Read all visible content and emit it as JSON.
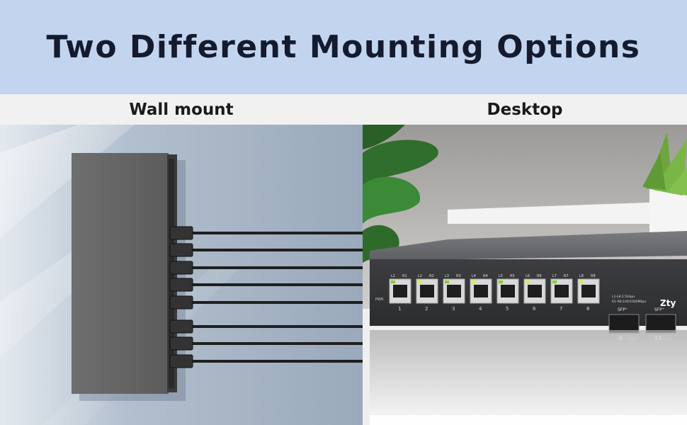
{
  "header": {
    "title": "Two Different Mounting Options"
  },
  "labels": {
    "left": "Wall mount",
    "right": "Desktop"
  },
  "switch_device": {
    "brand_text": "Zty",
    "port_top_labels": [
      "L1",
      "R1",
      "L2",
      "R2",
      "L3",
      "R3",
      "L4",
      "R4",
      "L5",
      "R5",
      "L6",
      "R6",
      "L7",
      "R7",
      "L8",
      "R8"
    ],
    "port_numbers": [
      "1",
      "2",
      "3",
      "4",
      "5",
      "6",
      "7",
      "8"
    ],
    "sfp_labels": [
      "SFP⁺",
      "SFP⁺"
    ],
    "sfp_numbers": [
      "9",
      "10"
    ],
    "link_text": "Link",
    "legend_lines": [
      "L1-L8:2.5Gbps",
      "R1-R8:100/1000Mbps"
    ],
    "pwr_text": "PWR"
  },
  "colors": {
    "header_bg": "#c3d5ee",
    "title_text": "#141b2e",
    "label_bar_bg": "#f1f1f1",
    "led_green": "#7ed321",
    "led_yellow": "#e2e84a"
  },
  "icons": [
    "plant-leaves-icon",
    "succulent-plant-icon"
  ]
}
